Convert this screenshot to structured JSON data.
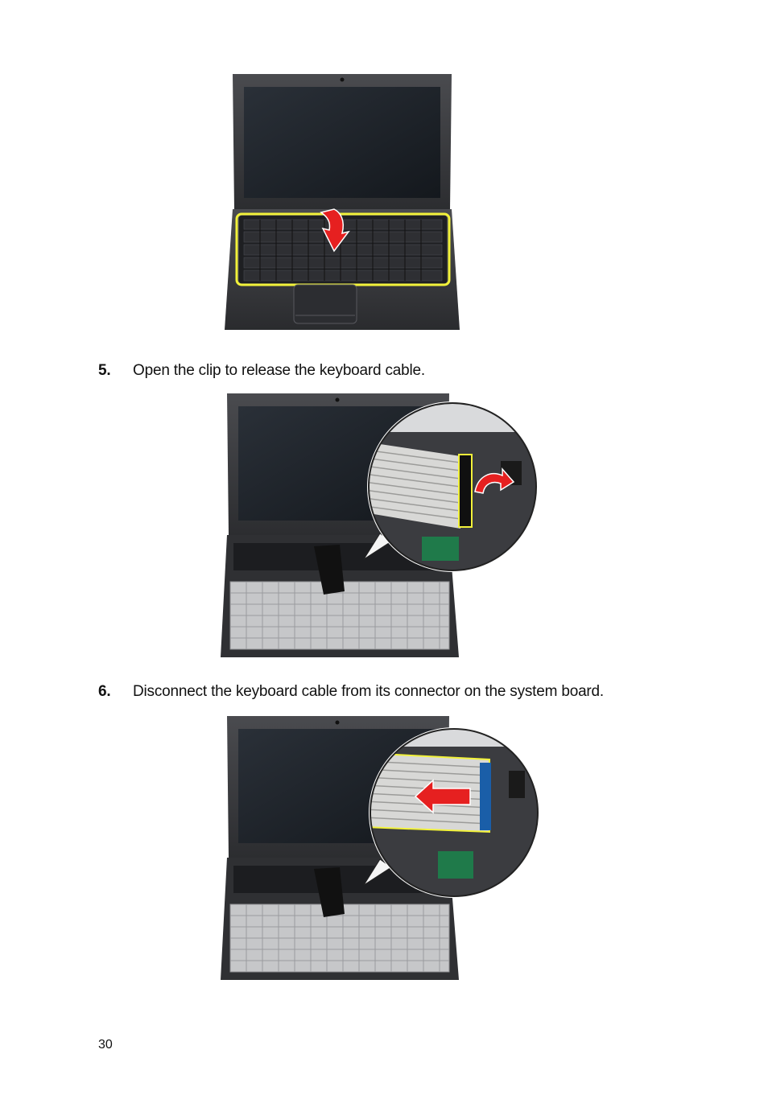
{
  "steps": [
    {
      "number": "5.",
      "text": "Open the clip to release the keyboard cable."
    },
    {
      "number": "6.",
      "text": "Disconnect the keyboard cable from its connector on the system board."
    }
  ],
  "page_number": "30",
  "colors": {
    "highlight": "#f2f23a",
    "arrow": "#e62020",
    "chassis": "#3a3b3e",
    "screen": "#1c2128"
  },
  "figures": [
    {
      "name": "laptop-keyboard-removal",
      "icon": "arrow-down-icon"
    },
    {
      "name": "keyboard-cable-clip",
      "icon": "curved-arrow-icon"
    },
    {
      "name": "keyboard-cable-disconnect",
      "icon": "arrow-left-icon"
    }
  ]
}
